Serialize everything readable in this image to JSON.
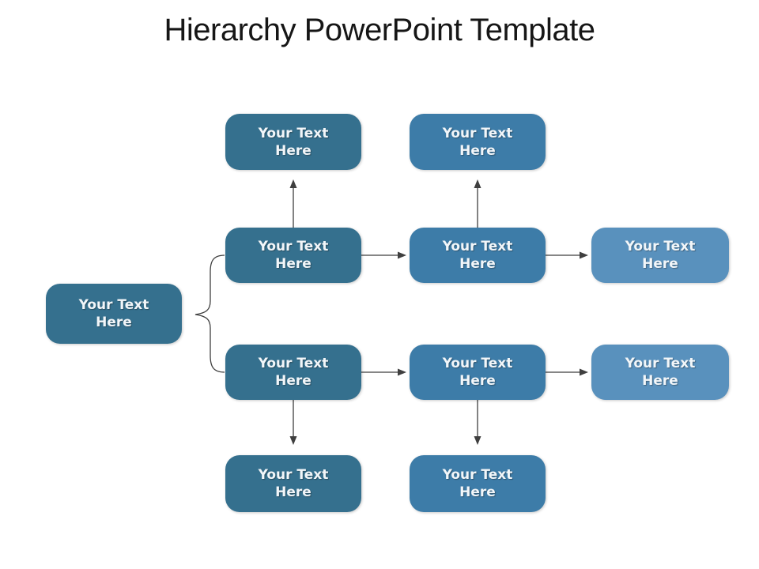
{
  "title": "Hierarchy PowerPoint Template",
  "colors": {
    "background": "#FFFFFF",
    "box_dark": "#35708E",
    "box_medium": "#3D7CA8",
    "box_light": "#5991BD",
    "box_text": "#F2F6F9",
    "connector": "#3F3F3F",
    "title_text": "#161616"
  },
  "nodes": [
    {
      "id": "root",
      "label": "Your Text Here"
    },
    {
      "id": "top-row-col1",
      "label": "Your Text Here"
    },
    {
      "id": "top-row-col2",
      "label": "Your Text Here"
    },
    {
      "id": "branch1-col1",
      "label": "Your Text Here"
    },
    {
      "id": "branch1-col2",
      "label": "Your Text Here"
    },
    {
      "id": "branch1-col3",
      "label": "Your Text Here"
    },
    {
      "id": "branch2-col1",
      "label": "Your Text Here"
    },
    {
      "id": "branch2-col2",
      "label": "Your Text Here"
    },
    {
      "id": "branch2-col3",
      "label": "Your Text Here"
    },
    {
      "id": "bottom-row-col1",
      "label": "Your Text Here"
    },
    {
      "id": "bottom-row-col2",
      "label": "Your Text Here"
    }
  ]
}
